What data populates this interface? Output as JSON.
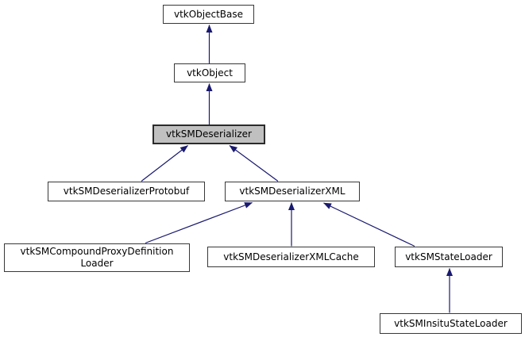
{
  "diagram": {
    "type": "class-inheritance-graph",
    "highlighted_node": "vtkSMDeserializer",
    "colors": {
      "background": "#ffffff",
      "edge": "#191970",
      "node_border": "#383838",
      "node_fill": "#ffffff",
      "highlight_fill": "#c0c0c0",
      "text": "#000000"
    },
    "nodes": [
      {
        "id": "vtkObjectBase",
        "label": "vtkObjectBase",
        "highlighted": false
      },
      {
        "id": "vtkObject",
        "label": "vtkObject",
        "highlighted": false
      },
      {
        "id": "vtkSMDeserializer",
        "label": "vtkSMDeserializer",
        "highlighted": true
      },
      {
        "id": "vtkSMDeserializerProtobuf",
        "label": "vtkSMDeserializerProtobuf",
        "highlighted": false
      },
      {
        "id": "vtkSMDeserializerXML",
        "label": "vtkSMDeserializerXML",
        "highlighted": false
      },
      {
        "id": "vtkSMCompoundProxyDefinitionLoader",
        "label": "vtkSMCompoundProxyDefinition\nLoader",
        "highlighted": false
      },
      {
        "id": "vtkSMDeserializerXMLCache",
        "label": "vtkSMDeserializerXMLCache",
        "highlighted": false
      },
      {
        "id": "vtkSMStateLoader",
        "label": "vtkSMStateLoader",
        "highlighted": false
      },
      {
        "id": "vtkSMInsituStateLoader",
        "label": "vtkSMInsituStateLoader",
        "highlighted": false
      }
    ],
    "edges": [
      {
        "from": "vtkObject",
        "to": "vtkObjectBase"
      },
      {
        "from": "vtkSMDeserializer",
        "to": "vtkObject"
      },
      {
        "from": "vtkSMDeserializerProtobuf",
        "to": "vtkSMDeserializer"
      },
      {
        "from": "vtkSMDeserializerXML",
        "to": "vtkSMDeserializer"
      },
      {
        "from": "vtkSMCompoundProxyDefinitionLoader",
        "to": "vtkSMDeserializerXML"
      },
      {
        "from": "vtkSMDeserializerXMLCache",
        "to": "vtkSMDeserializerXML"
      },
      {
        "from": "vtkSMStateLoader",
        "to": "vtkSMDeserializerXML"
      },
      {
        "from": "vtkSMInsituStateLoader",
        "to": "vtkSMStateLoader"
      }
    ]
  }
}
